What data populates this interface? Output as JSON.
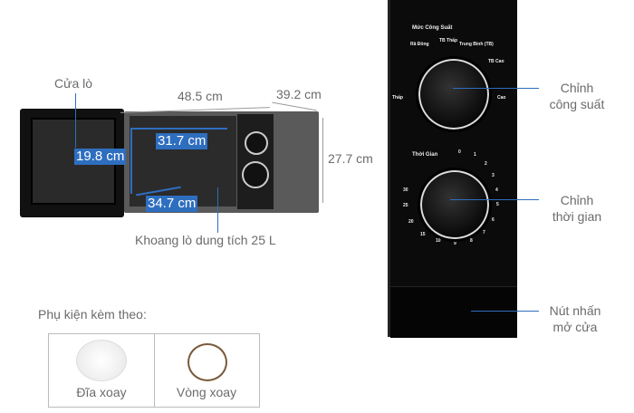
{
  "dimensions": {
    "width": "48.5 cm",
    "depth": "39.2 cm",
    "height": "27.7 cm",
    "cavity_width": "31.7 cm",
    "cavity_height": "19.8 cm",
    "cavity_depth": "34.7 cm"
  },
  "labels": {
    "door": "Cửa lò",
    "cavity": "Khoang lò dung tích 25 L",
    "power_knob": [
      "Chỉnh",
      "công suất"
    ],
    "timer_knob": [
      "Chỉnh",
      "thời gian"
    ],
    "door_button": [
      "Nút nhấn",
      "mở cửa"
    ]
  },
  "panel": {
    "power_title": "Mức Công Suất",
    "power_levels": [
      "Thấp",
      "Rã Đông",
      "TB Thấp",
      "Trung Bình (TB)",
      "TB Cao",
      "Cao"
    ],
    "timer_title": "Thời Gian",
    "timer_marks": [
      "0",
      "1",
      "2",
      "3",
      "4",
      "5",
      "6",
      "7",
      "8",
      "9",
      "10",
      "15",
      "20",
      "25",
      "30"
    ]
  },
  "accessories": {
    "title": "Phụ kiện kèm theo:",
    "items": [
      {
        "label": "Đĩa xoay"
      },
      {
        "label": "Vòng xoay"
      }
    ]
  },
  "colors": {
    "accent": "#2e6ebf",
    "text": "#6b6b6b"
  }
}
